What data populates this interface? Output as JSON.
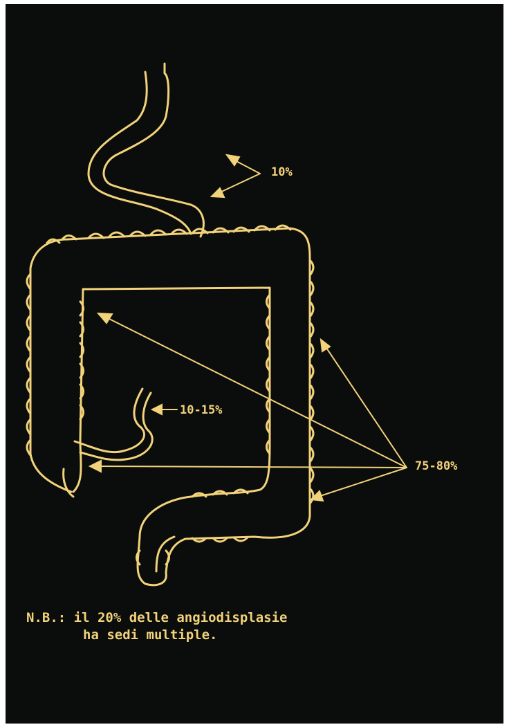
{
  "colors": {
    "background": "#0b0d0c",
    "line": "#f2d27a"
  },
  "labels": {
    "stomach_pct": "10%",
    "small_bowel_pct": "10-15%",
    "colon_pct": "75-80%"
  },
  "note": {
    "line1": "N.B.: il 20% delle angiodisplasie",
    "line2": "ha sedi multiple."
  }
}
